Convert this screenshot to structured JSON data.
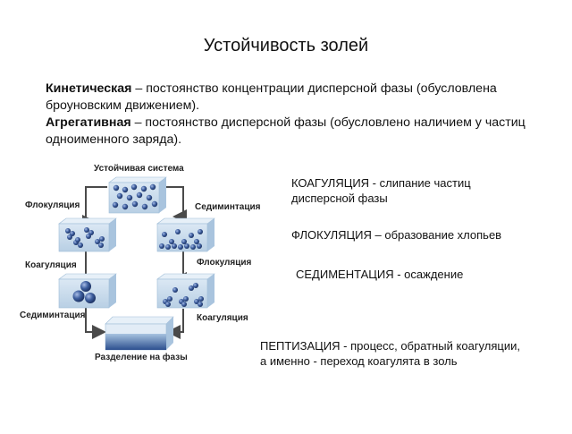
{
  "slide": {
    "title": "Устойчивость золей"
  },
  "intro": {
    "kinetic_term": "Кинетическая",
    "kinetic_text": " – постоянство концентрации дисперсной фазы (обусловлена броуновским движением).",
    "aggregative_term": "Агрегативная",
    "aggregative_text": " – постоянство дисперсной фазы (обусловлено наличием у частиц одноименного заряда)."
  },
  "definitions": {
    "coagulation": "КОАГУЛЯЦИЯ - слипание частиц дисперсной фазы",
    "flocculation": "ФЛОКУЛЯЦИЯ – образование хлопьев",
    "sedimentation": "СЕДИМЕНТАЦИЯ - осаждение",
    "peptization": "ПЕПТИЗАЦИЯ - процесс, обратный коагуляции, а именно - переход коагулята в золь"
  },
  "diagram": {
    "stable_system": "Устойчивая система",
    "left_flocculation": "Флокуляция",
    "left_coagulation": "Коагуляция",
    "left_sedimentation": "Седиминтация",
    "right_sedimentation": "Седиминтация",
    "right_flocculation": "Флокуляция",
    "right_coagulation": "Коагуляция",
    "phase_separation": "Разделение на фазы"
  },
  "colors": {
    "arrow": "#4a4a4a",
    "box_front": "#c9dcec",
    "box_top": "#e4eef7",
    "box_side": "#9fbdd8",
    "particle": "#2e4d88",
    "liquid_bottom": "#2c4f8f"
  }
}
